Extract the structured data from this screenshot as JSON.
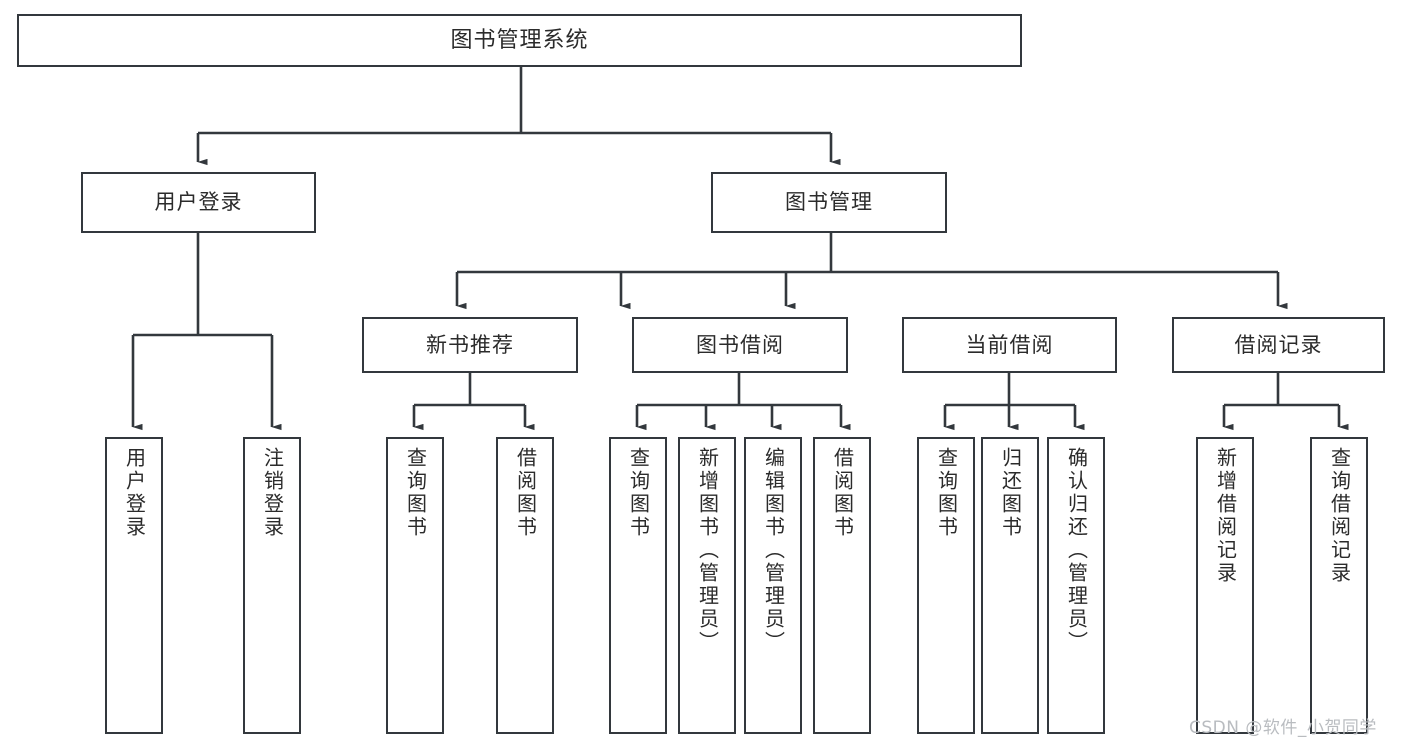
{
  "diagram": {
    "type": "tree",
    "title": "图书管理系统",
    "orientation": "top-down",
    "colors": {
      "box_border": "#33383d",
      "box_fill": "#ffffff",
      "edge": "#33383d",
      "text": "#2b2b2b",
      "watermark": "#b9bcc0",
      "background": "#ffffff"
    },
    "root": {
      "label": "图书管理系统"
    },
    "level2": [
      {
        "label": "用户登录"
      },
      {
        "label": "图书管理"
      }
    ],
    "level3": [
      {
        "label": "新书推荐"
      },
      {
        "label": "图书借阅"
      },
      {
        "label": "当前借阅"
      },
      {
        "label": "借阅记录"
      }
    ],
    "leaves": {
      "user_login": [
        {
          "label": "用户登录"
        },
        {
          "label": "注销登录"
        }
      ],
      "new_book_recommend": [
        {
          "label": "查询图书"
        },
        {
          "label": "借阅图书"
        }
      ],
      "book_borrow": [
        {
          "label": "查询图书"
        },
        {
          "label": "新增图书（管理员）"
        },
        {
          "label": "编辑图书（管理员）"
        },
        {
          "label": "借阅图书"
        }
      ],
      "current_borrow": [
        {
          "label": "查询图书"
        },
        {
          "label": "归还图书"
        },
        {
          "label": "确认归还（管理员）"
        }
      ],
      "borrow_record": [
        {
          "label": "新增借阅记录"
        },
        {
          "label": "查询借阅记录"
        }
      ]
    },
    "watermark": "CSDN @软件_小贺同学"
  }
}
